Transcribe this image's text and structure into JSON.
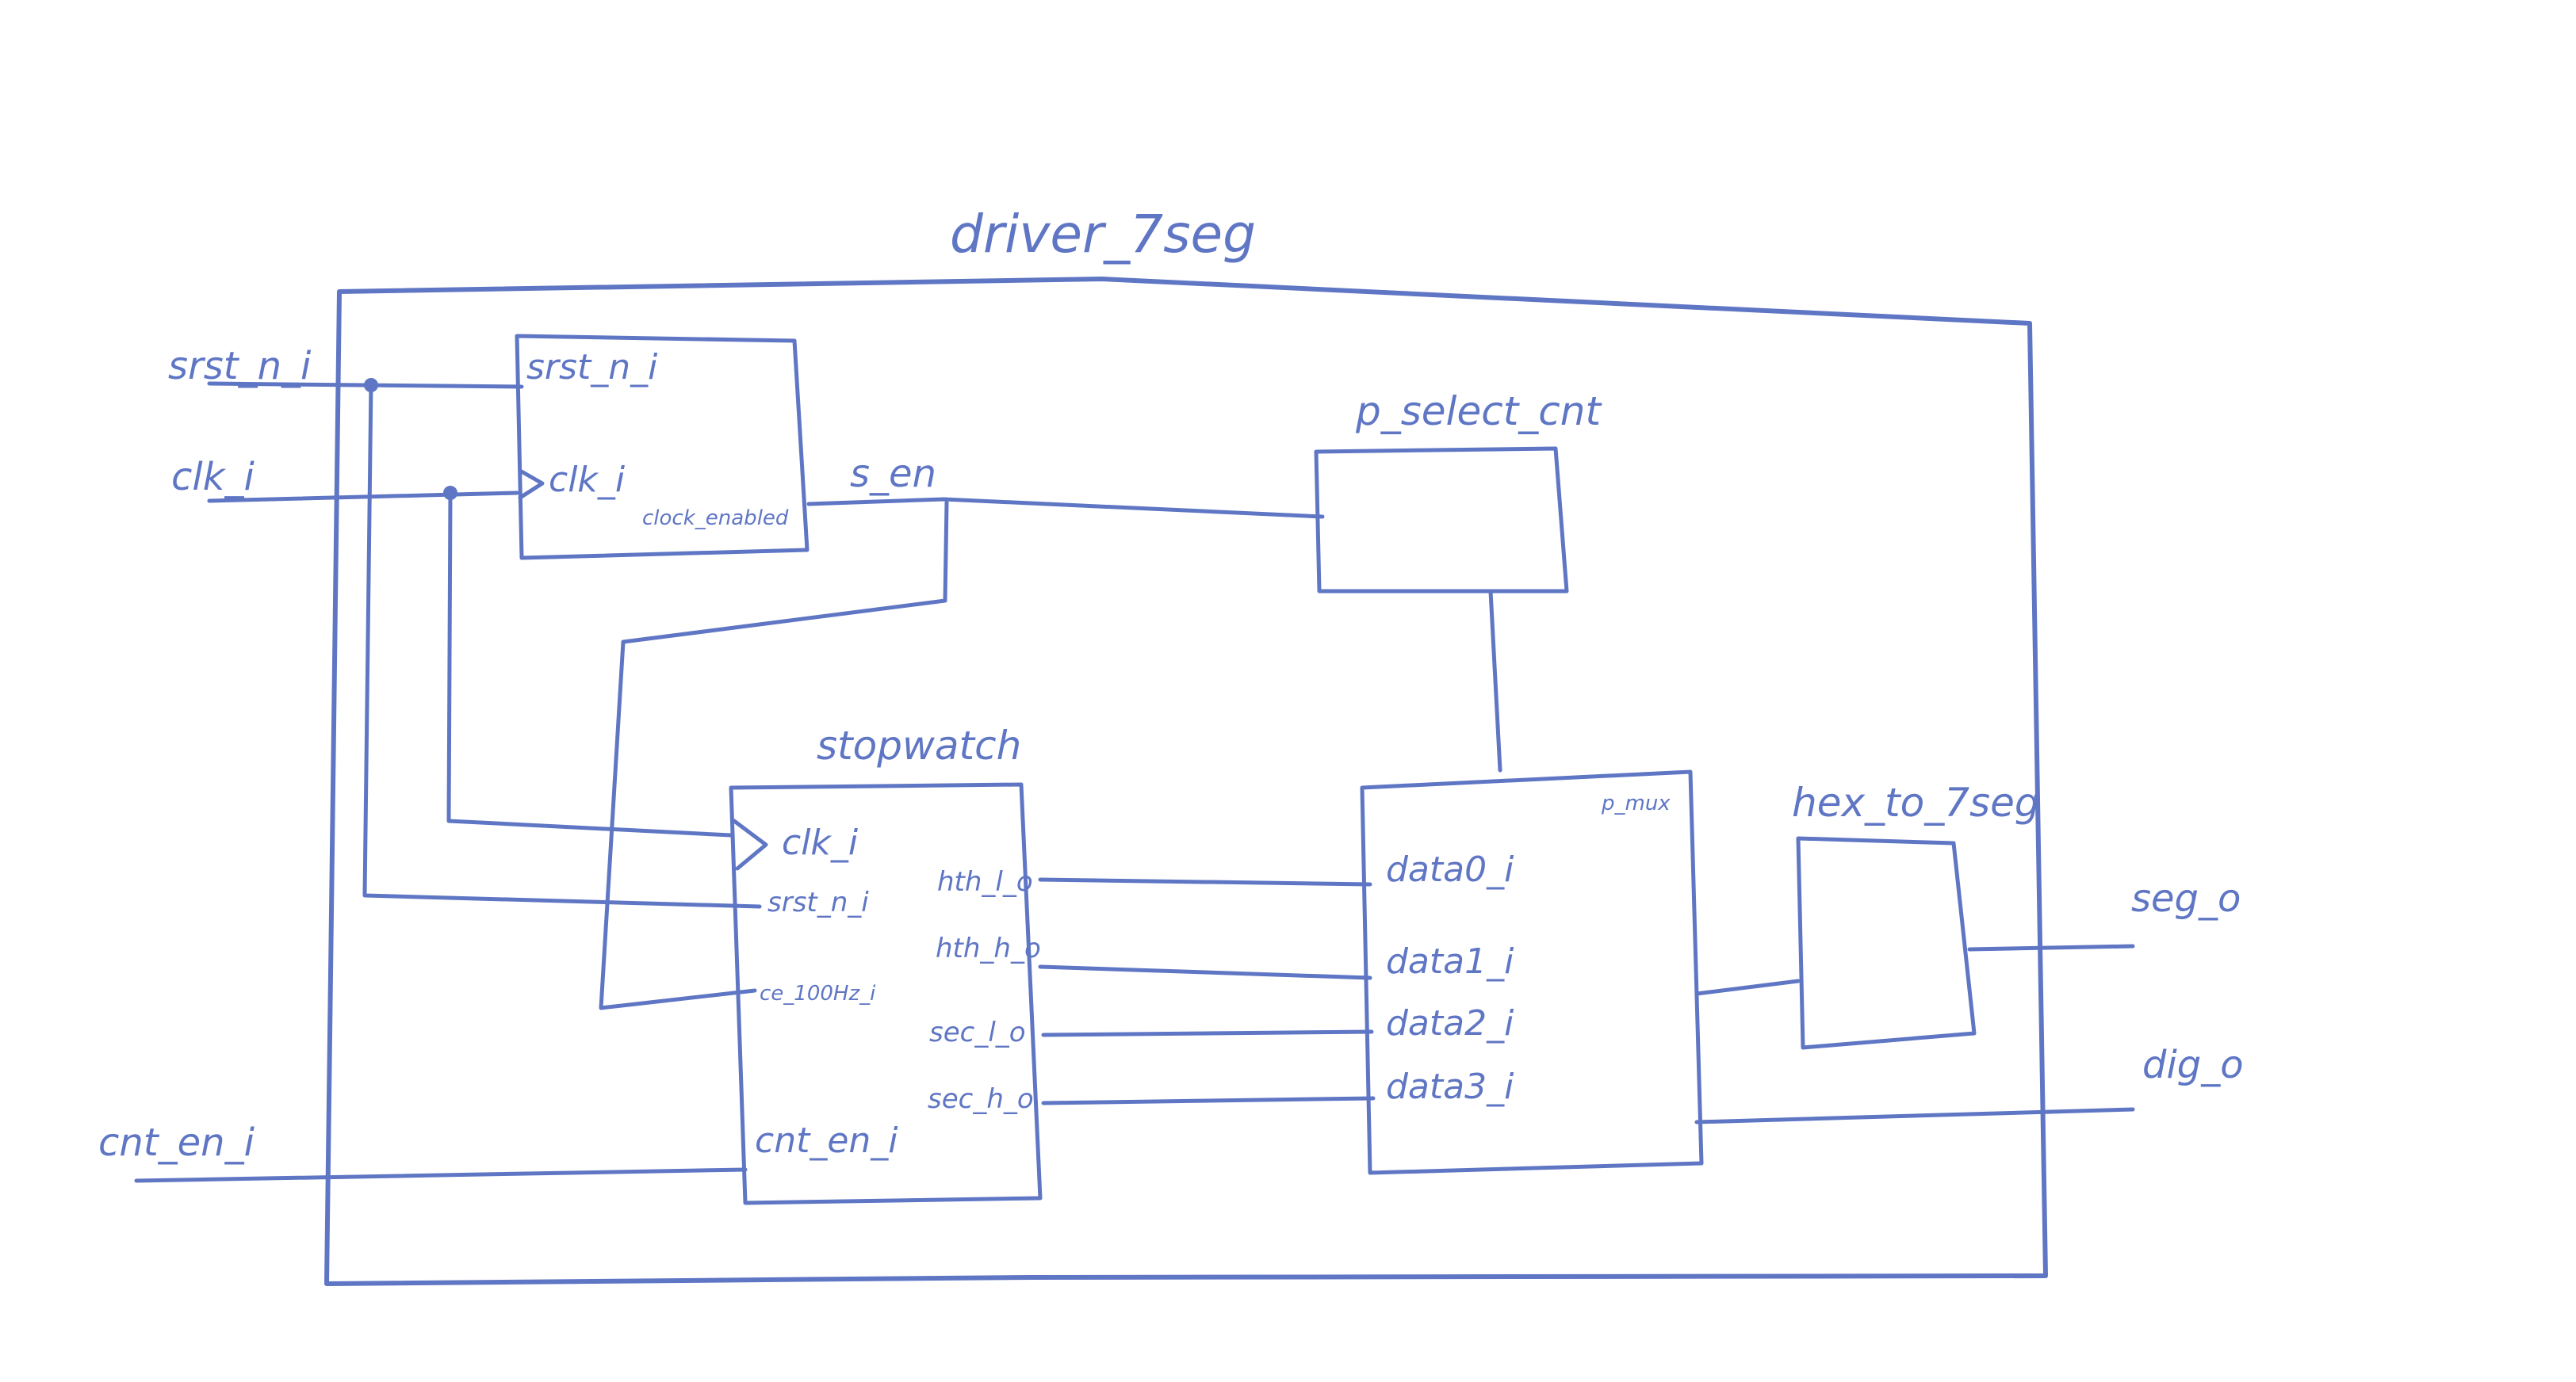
{
  "title": "driver_7seg",
  "inputs": {
    "srst": "srst_n_i",
    "clk": "clk_i",
    "cnt_en": "cnt_en_i"
  },
  "outputs": {
    "seg": "seg_o",
    "dig": "dig_o"
  },
  "clock_enable": {
    "name": "",
    "ports": {
      "srst": "srst_n_i",
      "clk": "clk_i",
      "out": "clock_enabled"
    }
  },
  "signals": {
    "s_en": "s_en"
  },
  "p_select_cnt": {
    "name": "p_select_cnt"
  },
  "stopwatch": {
    "name": "stopwatch",
    "ports_in": {
      "clk": "clk_i",
      "srst": "srst_n_i",
      "ce": "ce_100Hz_i",
      "cnt_en": "cnt_en_i"
    },
    "ports_out": {
      "hth_l": "hth_l_o",
      "hth_h": "hth_h_o",
      "sec_l": "sec_l_o",
      "sec_h": "sec_h_o"
    }
  },
  "p_mux": {
    "name": "p_mux",
    "ports_in": {
      "data0": "data0_i",
      "data1": "data1_i",
      "data2": "data2_i",
      "data3": "data3_i"
    }
  },
  "hex_to_7seg": {
    "name": "hex_to_7seg"
  },
  "ink_color": "#5f76c4"
}
